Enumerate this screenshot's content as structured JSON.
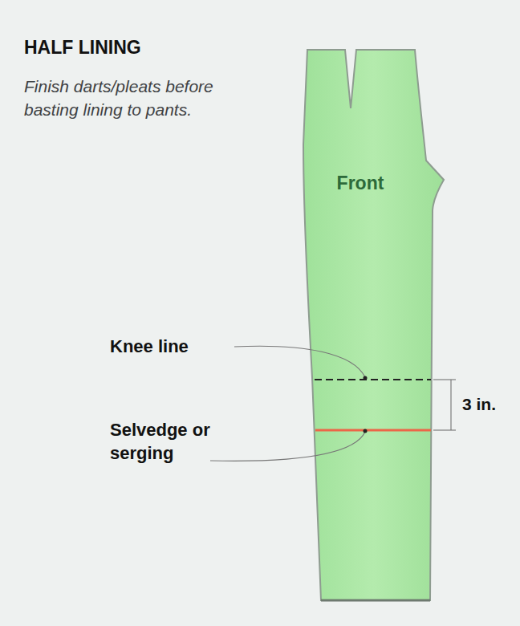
{
  "diagram": {
    "title": "HALF LINING",
    "nodes": [
      {
        "text": [
          "Front"
        ]
      }
    ],
    "labels": [
      "Finish darts/pleats before basting lining to pants.",
      "Knee line",
      "Selvedge or serging",
      "3 in."
    ]
  }
}
